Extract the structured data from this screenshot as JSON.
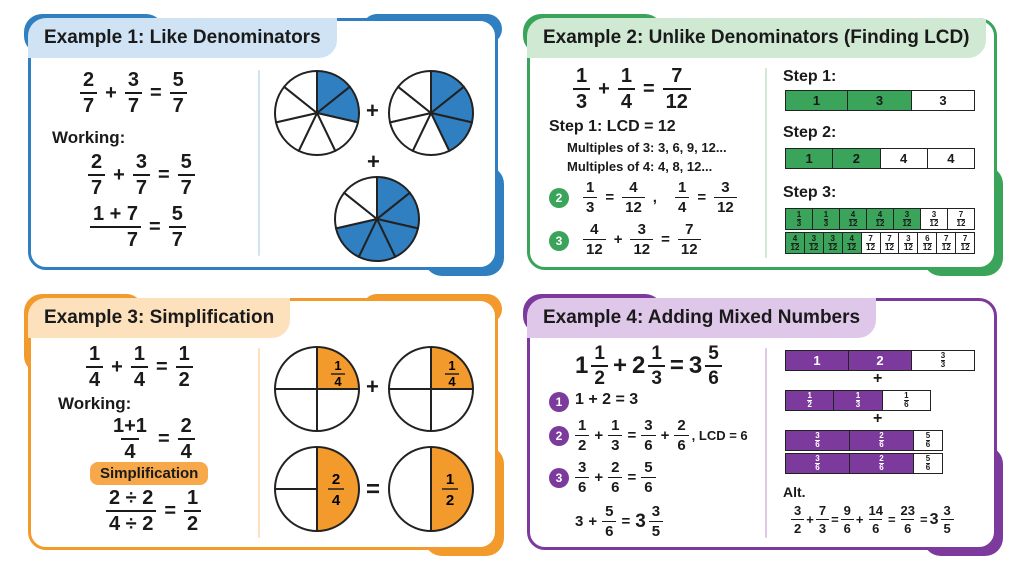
{
  "colors": {
    "blue": "#2f7fc1",
    "blue_light": "#cfe3f5",
    "green": "#3aa45a",
    "green_light": "#cfe9d3",
    "orange": "#f39a2c",
    "orange_light": "#fde1bd",
    "purple": "#7b3a9c",
    "purple_light": "#dfc7ea"
  },
  "ex1": {
    "title": "Example 1: Like Denominators",
    "eq": {
      "a_n": "2",
      "a_d": "7",
      "plus": "+",
      "b_n": "3",
      "b_d": "7",
      "eq": "=",
      "r_n": "5",
      "r_d": "7"
    },
    "working_label": "Working:",
    "w1": {
      "a_n": "2",
      "a_d": "7",
      "plus": "+",
      "b_n": "3",
      "b_d": "7",
      "eq": "=",
      "r_n": "5",
      "r_d": "7"
    },
    "w2": {
      "a_n": "1 + 7",
      "a_d": "7",
      "eq": "=",
      "r_n": "5",
      "r_d": "7"
    },
    "plus1": "+",
    "plus2": "+"
  },
  "ex2": {
    "title": "Example 2: Unlike Denominators (Finding LCD)",
    "eq": {
      "a_n": "1",
      "a_d": "3",
      "plus": "+",
      "b_n": "1",
      "b_d": "4",
      "eq": "=",
      "r_n": "7",
      "r_d": "12"
    },
    "step1_lcd": "Step 1: LCD = 12",
    "mult3": "Multiples of 3: 3, 6, 9, 12...",
    "mult4": "Multiples of 4: 4, 8, 12...",
    "c2": "2",
    "s2": {
      "a_n": "1",
      "a_d": "3",
      "eq": "=",
      "b_n": "4",
      "b_d": "12",
      "comma": ",",
      "c_n": "1",
      "c_d": "4",
      "eq2": "=",
      "d_n": "3",
      "d_d": "12"
    },
    "c3": "3",
    "s3": {
      "a_n": "4",
      "a_d": "12",
      "plus": "+",
      "b_n": "3",
      "b_d": "12",
      "eq": "=",
      "r_n": "7",
      "r_d": "12"
    },
    "right": {
      "step1": "Step 1:",
      "bar1": [
        "1",
        "3",
        "3"
      ],
      "step2": "Step 2:",
      "bar2": [
        "1",
        "2",
        "4",
        "4"
      ],
      "step3": "Step 3:",
      "grid_top": [
        [
          "1",
          "3"
        ],
        [
          "1",
          "3"
        ],
        [
          "4",
          "12"
        ],
        [
          "4",
          "12"
        ],
        [
          "3",
          "12"
        ],
        [
          "3",
          "12"
        ],
        [
          "7",
          "12"
        ]
      ],
      "grid_bot": [
        [
          "4",
          "12"
        ],
        [
          "3",
          "12"
        ],
        [
          "3",
          "12"
        ],
        [
          "4",
          "12"
        ],
        [
          "7",
          "12"
        ],
        [
          "7",
          "12"
        ],
        [
          "3",
          "12"
        ],
        [
          "6",
          "12"
        ],
        [
          "7",
          "12"
        ],
        [
          "7",
          "12"
        ]
      ]
    }
  },
  "ex3": {
    "title": "Example 3: Simplification",
    "eq": {
      "a_n": "1",
      "a_d": "4",
      "plus": "+",
      "b_n": "1",
      "b_d": "4",
      "eq": "=",
      "r_n": "1",
      "r_d": "2"
    },
    "working_label": "Working:",
    "w1": {
      "a_n": "1+1",
      "a_d": "4",
      "eq": "=",
      "r_n": "2",
      "r_d": "4"
    },
    "simplification": "Simplification",
    "w2": {
      "a_n": "2 ÷ 2",
      "a_d": "4 ÷ 2",
      "eq": "=",
      "r_n": "1",
      "r_d": "2"
    },
    "circle1": {
      "n": "1",
      "d": "4"
    },
    "circle2": {
      "n": "1",
      "d": "4"
    },
    "circle3": {
      "n": "2",
      "d": "4"
    },
    "circle4": {
      "n": "1",
      "d": "2"
    },
    "plus": "+",
    "equals": "="
  },
  "ex4": {
    "title": "Example 4: Adding Mixed Numbers",
    "eq": {
      "w1": "1",
      "a_n": "1",
      "a_d": "2",
      "plus": "+",
      "w2": "2",
      "b_n": "1",
      "b_d": "3",
      "eq": "=",
      "w3": "3",
      "r_n": "5",
      "r_d": "6"
    },
    "c1": "1",
    "s1": "1 + 2 = 3",
    "c2": "2",
    "s2": {
      "a_n": "1",
      "a_d": "2",
      "plus": "+",
      "b_n": "1",
      "b_d": "3",
      "eq": "=",
      "c_n": "3",
      "c_d": "6",
      "plus2": "+",
      "d_n": "2",
      "d_d": "6",
      "tail": ", LCD = 6"
    },
    "c3": "3",
    "s3": {
      "a_n": "3",
      "a_d": "6",
      "plus": "+",
      "b_n": "2",
      "b_d": "6",
      "eq": "=",
      "r_n": "5",
      "r_d": "6"
    },
    "s4": {
      "whole": "3",
      "plus": "+",
      "a_n": "5",
      "a_d": "6",
      "eq": "=",
      "w": "3",
      "r_n": "3",
      "r_d": "5"
    },
    "bar1": [
      "1",
      "2"
    ],
    "bar1_frac": {
      "n": "3",
      "d": "3"
    },
    "plus_a": "+",
    "bar2": [
      {
        "n": "1",
        "d": "2"
      },
      {
        "n": "1",
        "d": "3"
      },
      {
        "n": "1",
        "d": "6"
      }
    ],
    "plus_b": "+",
    "bar3_top": [
      {
        "n": "3",
        "d": "6"
      },
      {
        "n": "2",
        "d": "6"
      },
      {
        "n": "5",
        "d": "6"
      }
    ],
    "bar3_bot": [
      {
        "n": "3",
        "d": "6"
      },
      {
        "n": "2",
        "d": "6"
      },
      {
        "n": "5",
        "d": "6"
      }
    ],
    "alt_label": "Alt.",
    "alt": {
      "a_n": "3",
      "a_d": "2",
      "p1": "+",
      "b_n": "7",
      "b_d": "3",
      "e1": "=",
      "c_n": "9",
      "c_d": "6",
      "p2": "+",
      "d_n": "14",
      "d_d": "6",
      "e2": "=",
      "f_n": "23",
      "f_d": "6",
      "e3": "=",
      "w": "3",
      "g_n": "3",
      "g_d": "5"
    }
  }
}
